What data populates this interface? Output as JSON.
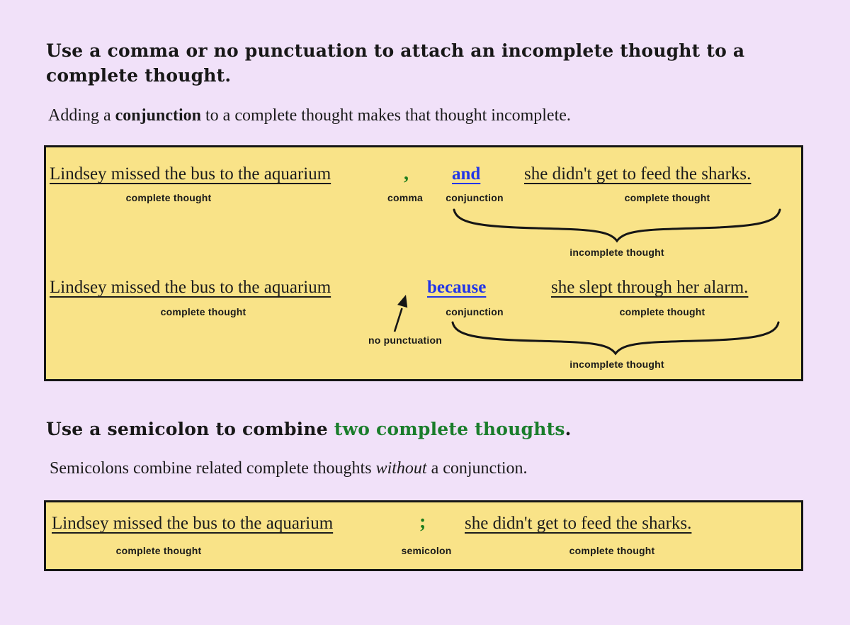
{
  "colors": {
    "page_background": "#f1e1f9",
    "box_background": "#f9e388",
    "box_border": "#161616",
    "conjunction_blue": "#2135e8",
    "punctuation_green": "#1e7d1e",
    "heading_highlight_green": "#1a7d2b",
    "text": "#141414"
  },
  "icons": {
    "brace": "underbrace-icon",
    "arrow": "up-right-arrow-icon"
  },
  "section_comma": {
    "heading": "Use a comma or no punctuation to attach an incomplete thought to a complete thought.",
    "intro": {
      "pre": "Adding a ",
      "bold": "conjunction",
      "post": " to a complete thought makes that thought incomplete."
    },
    "example_comma": {
      "subject": "Lindsey missed the bus to the aquarium",
      "punctuation": ",",
      "conjunction": "and",
      "clause": "she didn't get to feed the sharks.",
      "subject_label": "complete thought",
      "punctuation_label": "comma",
      "conjunction_label": "conjunction",
      "clause_label": "complete thought",
      "brace_label": "incomplete thought"
    },
    "example_no_punctuation": {
      "subject": "Lindsey missed the bus to the aquarium",
      "conjunction": "because",
      "clause": "she slept through her alarm.",
      "subject_label": "complete thought",
      "arrow_label": "no punctuation",
      "conjunction_label": "conjunction",
      "clause_label": "complete thought",
      "brace_label": "incomplete thought"
    }
  },
  "section_semicolon": {
    "heading": {
      "pre": "Use a semicolon to combine ",
      "highlight": "two complete thoughts",
      "post": "."
    },
    "intro": {
      "pre": "Semicolons combine related complete thoughts ",
      "italic": "without",
      "post": " a conjunction."
    },
    "example": {
      "subject": "Lindsey missed the bus to the aquarium",
      "punctuation": ";",
      "clause": "she didn't get to feed the sharks.",
      "subject_label": "complete thought",
      "punctuation_label": "semicolon",
      "clause_label": "complete thought"
    }
  }
}
